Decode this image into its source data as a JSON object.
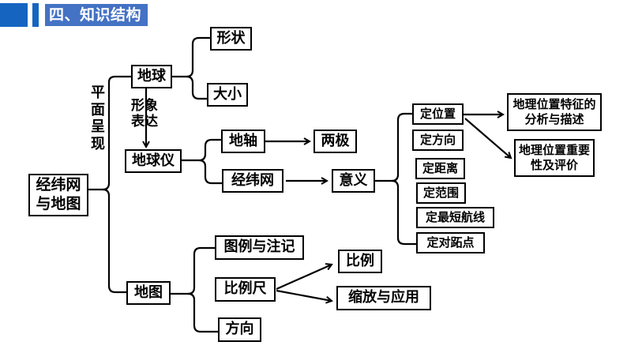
{
  "header": {
    "title": "四、知识结构"
  },
  "diagram": {
    "root": "经纬网与地图",
    "branch_label_planar": "平面呈现",
    "branch_label_image": "形象表达",
    "earth": "地球",
    "earth_children": [
      "形状",
      "大小"
    ],
    "globe": "地球仪",
    "globe_children": {
      "axis": "地轴",
      "axis_result": "两极",
      "grid": "经纬网",
      "grid_result": "意义"
    },
    "meanings": [
      "定位置",
      "定方向",
      "定距离",
      "定范围",
      "定最短航线",
      "定对跖点"
    ],
    "position_results": [
      "地理位置特征的分析与描述",
      "地理位置重要性及评价"
    ],
    "map": "地图",
    "map_children": [
      "图例与注记",
      "比例尺",
      "方向"
    ],
    "scale_results": [
      "比例",
      "缩放与应用"
    ]
  }
}
